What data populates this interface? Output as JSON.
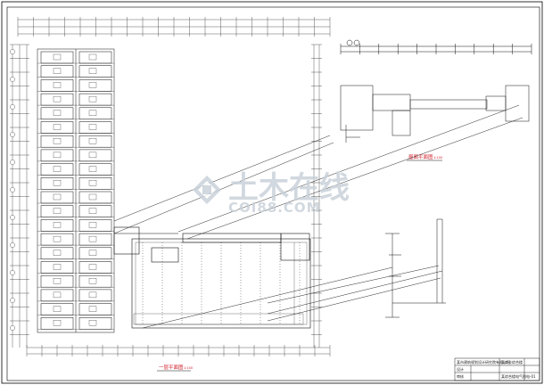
{
  "drawing": {
    "plan_title": "一层平面图",
    "plan_scale": "1:100",
    "elevation_title": "屋面平面图",
    "elevation_scale": "1:100"
  },
  "watermark": {
    "text_cn": "土木在线",
    "text_en": "COI88.COM",
    "logo_icon": "diamond-logo-icon",
    "color": "#c9d2da"
  },
  "title_block": {
    "company": "某市建筑规划设计研究院有限公司",
    "drawing_name": "某综合楼电气图",
    "project": "某商业综合楼",
    "drawn_label": "设计",
    "check_label": "审核",
    "sheet_no": "电-01"
  },
  "colors": {
    "line": "#1a1a1a",
    "annotation": "#d0202a",
    "watermark": "#c9d2da"
  }
}
